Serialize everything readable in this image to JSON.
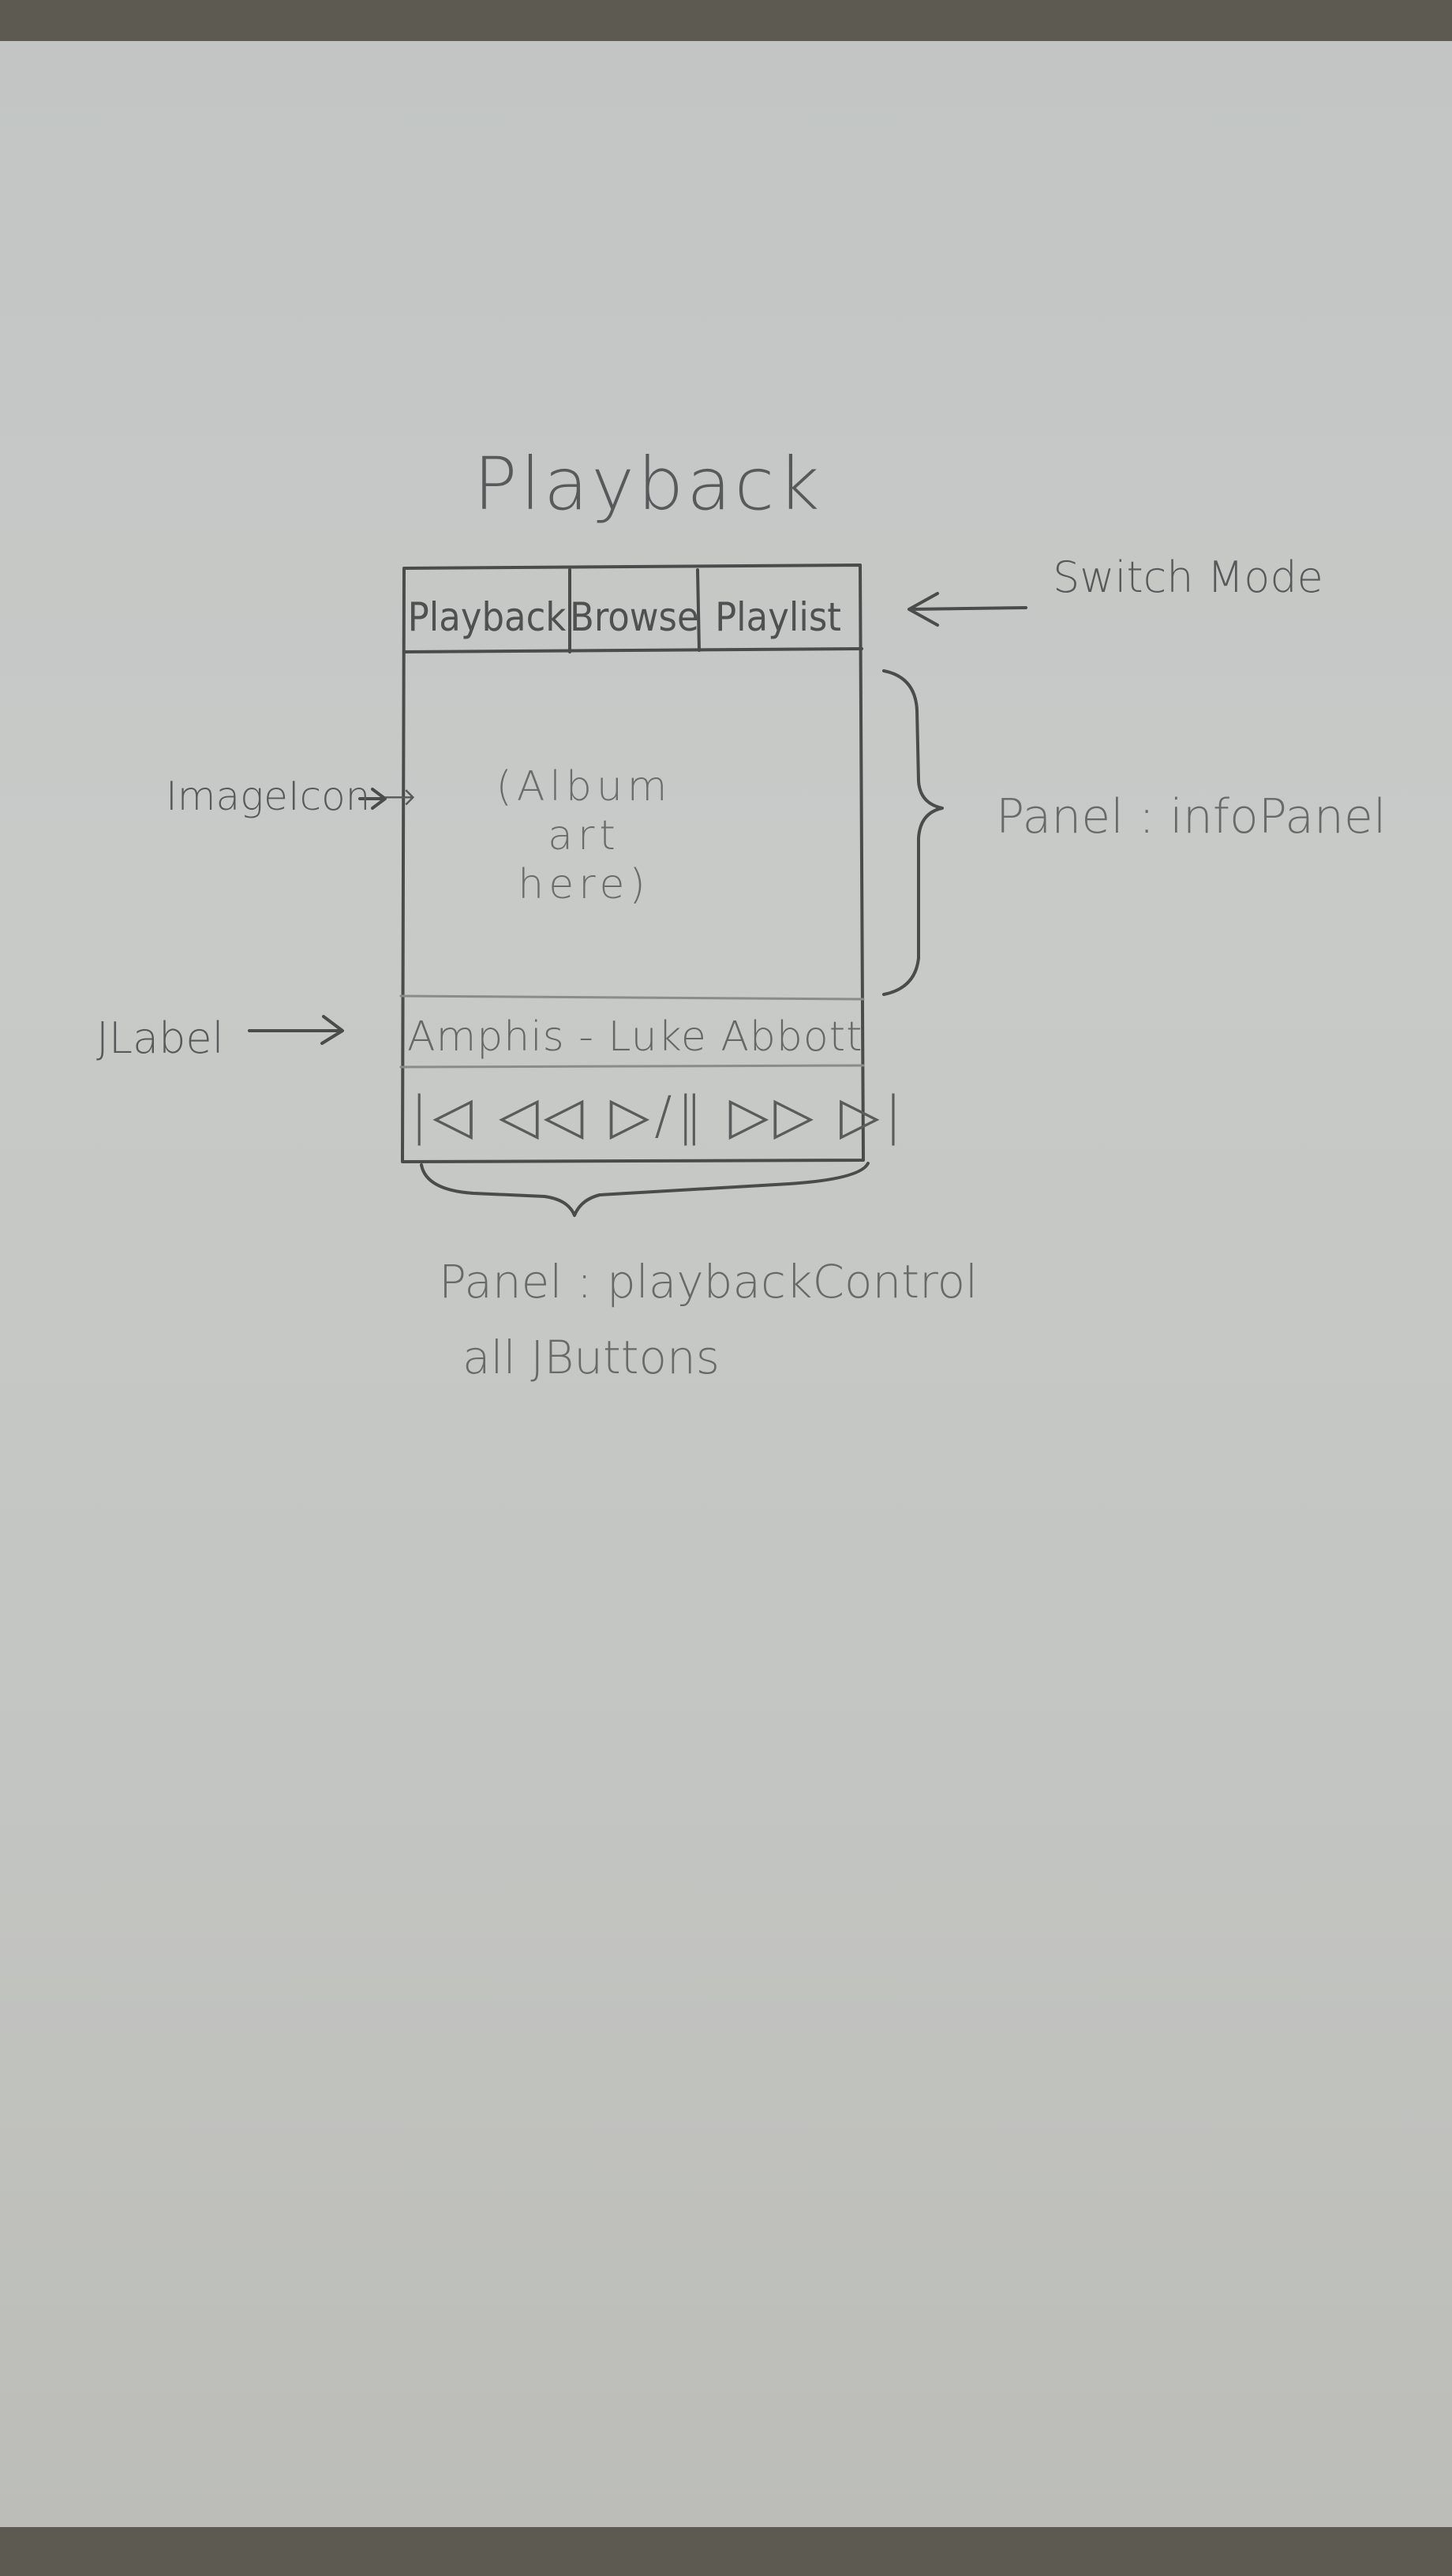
{
  "title": "Playback",
  "tabs": [
    {
      "label": "Playback"
    },
    {
      "label": "Browse"
    },
    {
      "label": "Playlist"
    }
  ],
  "album_art_placeholder": "(Album\nart\nhere)",
  "now_playing_label": "Amphis - Luke Abbott",
  "controls": [
    {
      "icon": "skip-back-icon"
    },
    {
      "icon": "rewind-icon"
    },
    {
      "icon": "play-pause-icon"
    },
    {
      "icon": "fast-forward-icon"
    },
    {
      "icon": "skip-forward-icon"
    }
  ],
  "controls_text": "|◁ ◁◁ ▷/‖ ▷▷ ▷|",
  "annotations": {
    "switch_mode": "Switch Mode",
    "image_icon": "ImageIcon →",
    "jlabel": "JLabel",
    "info_panel": "Panel : infoPanel",
    "playback_control": "Panel : playbackControl",
    "all_jbuttons": "all JButtons"
  }
}
